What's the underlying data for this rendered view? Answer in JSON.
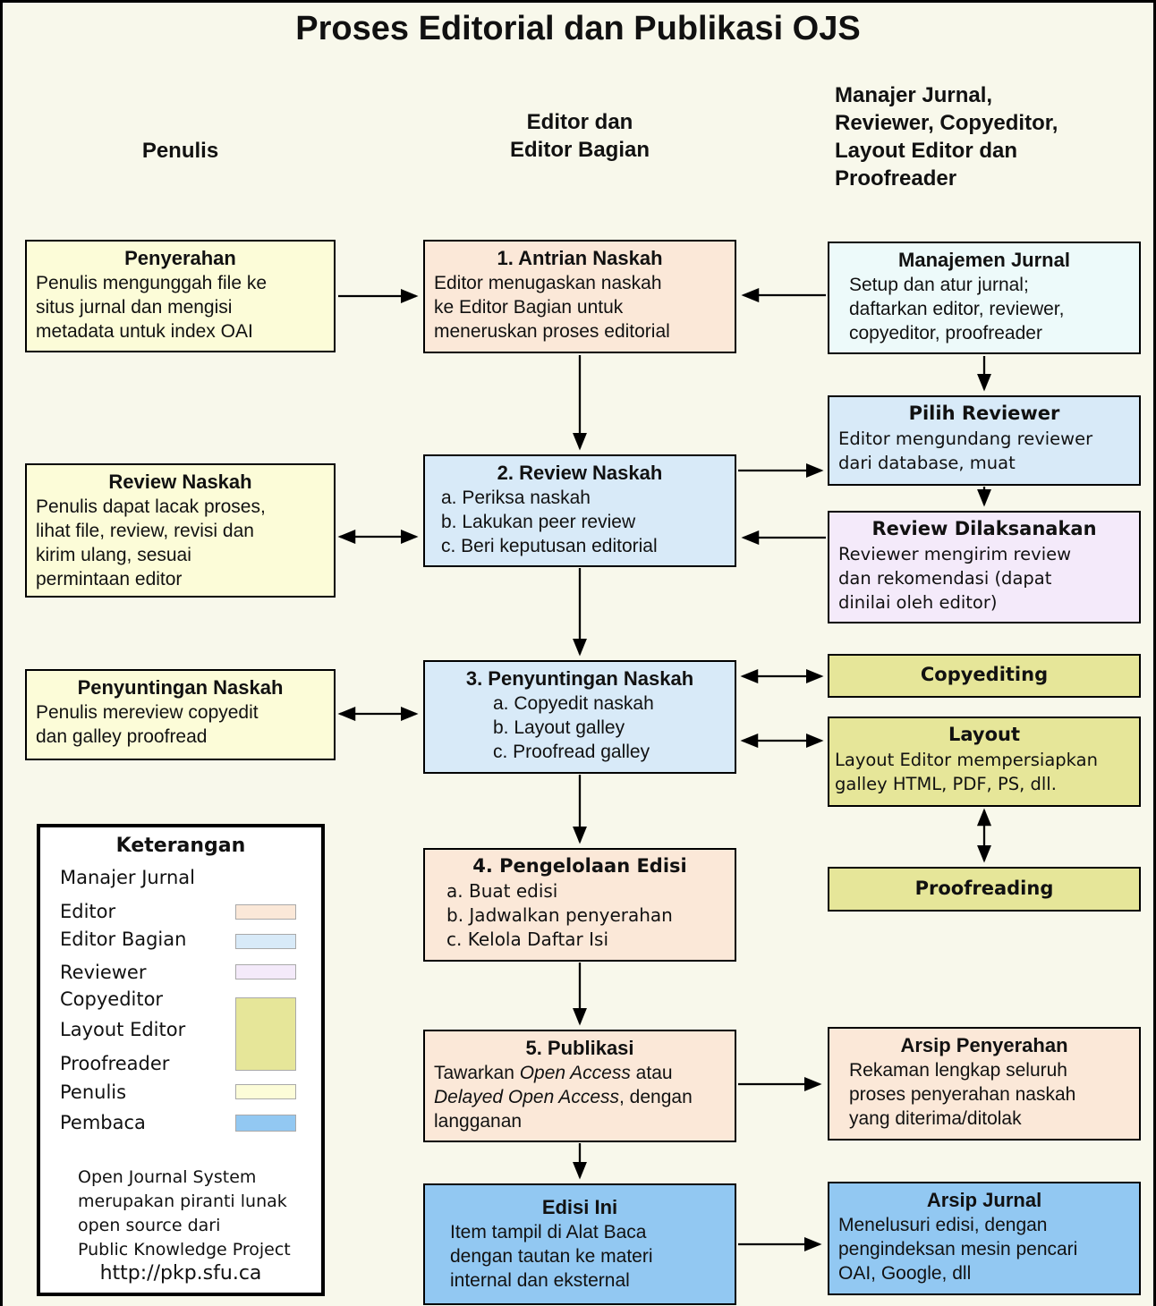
{
  "title": "Proses Editorial dan Publikasi OJS",
  "column_headers": {
    "left": "Penulis",
    "center": "Editor dan\nEditor Bagian",
    "right": "Manajer Jurnal,\nReviewer, Copyeditor,\nLayout Editor dan\nProofreader"
  },
  "colors": {
    "penulis": "#FCFCD8",
    "editor": "#FBE8D8",
    "editor_bagian": "#D8EAF8",
    "manajer_jurnal": "#EDFAFA",
    "reviewer": "#F4EAFA",
    "copyeditor_layout_proofreader": "#E6E699",
    "pembaca": "#92C8F2"
  },
  "boxes": {
    "penyerahan": {
      "title": "Penyerahan",
      "body": "Penulis mengunggah file ke\nsitus jurnal dan mengisi\nmetadata untuk index OAI"
    },
    "antrian": {
      "title": "1. Antrian Naskah",
      "body": "Editor menugaskan naskah\nke Editor Bagian untuk\nmeneruskan proses editorial"
    },
    "manajemen": {
      "title": "Manajemen Jurnal",
      "body": "Setup dan atur jurnal;\ndaftarkan editor, reviewer,\ncopyeditor, proofreader"
    },
    "review_left": {
      "title": "Review Naskah",
      "body": "Penulis dapat lacak proses,\nlihat file, review, revisi dan\nkirim ulang, sesuai\npermintaan editor"
    },
    "review2": {
      "title": "2. Review Naskah",
      "items": [
        "a. Periksa naskah",
        "b. Lakukan peer review",
        "c. Beri keputusan editorial"
      ]
    },
    "pilih": {
      "title": "Pilih Reviewer",
      "body": "Editor mengundang reviewer\ndari database, muat"
    },
    "dilaksanakan": {
      "title": "Review Dilaksanakan",
      "body": "Reviewer mengirim review\ndan rekomendasi (dapat\ndinilai oleh editor)"
    },
    "penyuntingan_left": {
      "title": "Penyuntingan Naskah",
      "body": "Penulis mereview copyedit\ndan galley proofread"
    },
    "penyuntingan3": {
      "title": "3. Penyuntingan Naskah",
      "items": [
        "a. Copyedit naskah",
        "b. Layout galley",
        "c. Proofread galley"
      ]
    },
    "copyediting": {
      "title": "Copyediting"
    },
    "layout": {
      "title": "Layout",
      "body": "Layout Editor mempersiapkan\ngalley HTML, PDF, PS, dll."
    },
    "proofreading": {
      "title": "Proofreading"
    },
    "pengelolaan4": {
      "title": "4. Pengelolaan Edisi",
      "items": [
        "a. Buat edisi",
        "b. Jadwalkan penyerahan",
        "c. Kelola Daftar Isi"
      ]
    },
    "publikasi5": {
      "title": "5. Publikasi",
      "body_prefix": "Tawarkan ",
      "italic1": "Open Access",
      "middle": " atau ",
      "italic2": "Delayed Open Access",
      "suffix": ", dengan langganan"
    },
    "arsip_penyerahan": {
      "title": "Arsip Penyerahan",
      "body": "Rekaman lengkap seluruh\nproses penyerahan naskah\nyang diterima/ditolak"
    },
    "edisi_ini": {
      "title": "Edisi Ini",
      "body": "Item tampil di Alat Baca\ndengan tautan ke materi\ninternal dan eksternal"
    },
    "arsip_jurnal": {
      "title": "Arsip Jurnal",
      "body": "Menelusuri edisi, dengan\npengindeksan mesin pencari\nOAI, Google, dll"
    }
  },
  "legend": {
    "title": "Keterangan",
    "entries": [
      {
        "label": "Manajer Jurnal"
      },
      {
        "label": "Editor",
        "color": "#FBE8D8"
      },
      {
        "label": "Editor Bagian",
        "color": "#D8EAF8"
      },
      {
        "label": "Reviewer",
        "color": "#F4EAFA"
      },
      {
        "label": "Copyeditor",
        "color": "#E6E699"
      },
      {
        "label": "Layout Editor",
        "color": "#E6E699"
      },
      {
        "label": "Proofreader",
        "color": "#E6E699"
      },
      {
        "label": "Penulis",
        "color": "#FCFCD8"
      },
      {
        "label": "Pembaca",
        "color": "#92C8F2"
      }
    ],
    "note": "Open Journal System\nmerupakan piranti lunak\nopen source dari\nPublic Knowledge Project",
    "url": "http://pkp.sfu.ca"
  }
}
